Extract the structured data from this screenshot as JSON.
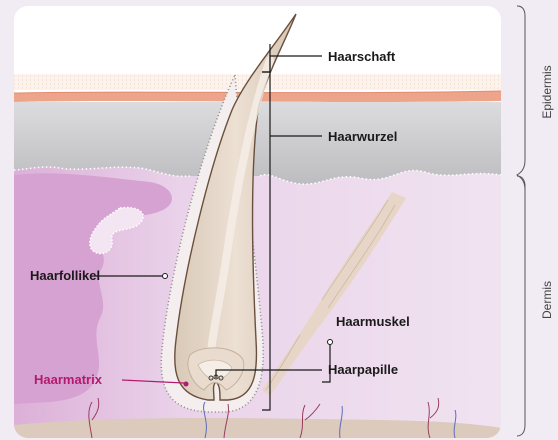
{
  "labels": {
    "hair_shaft": "Haarschaft",
    "hair_root": "Haarwurzel",
    "hair_follicle": "Haarfollikel",
    "hair_muscle": "Haarmuskel",
    "hair_matrix": "Haarmatrix",
    "hair_papilla": "Haarpapille"
  },
  "layers": {
    "epidermis": "Epidermis",
    "dermis": "Dermis"
  },
  "colors": {
    "background": "#f1ecf3",
    "skin_top": "#ffffff",
    "dotted_band": "#fbf1e9",
    "orange_line": "#ec9a7c",
    "epidermis_grey": "#c9c9cc",
    "dermis_light": "#ecd9ec",
    "dermis_dark": "#d8a8d4",
    "hair": "#e2d4c6",
    "matrix_label": "#b3196e"
  }
}
